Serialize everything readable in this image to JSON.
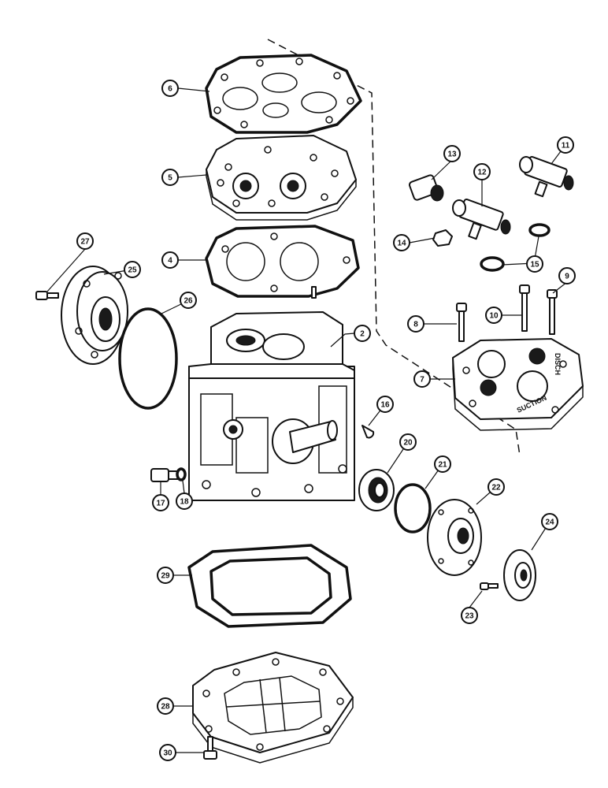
{
  "callouts": [
    {
      "id": "c6",
      "label": "6"
    },
    {
      "id": "c5",
      "label": "5"
    },
    {
      "id": "c4",
      "label": "4"
    },
    {
      "id": "c2",
      "label": "2"
    },
    {
      "id": "c27",
      "label": "27"
    },
    {
      "id": "c25",
      "label": "25"
    },
    {
      "id": "c26",
      "label": "26"
    },
    {
      "id": "c13",
      "label": "13"
    },
    {
      "id": "c12",
      "label": "12"
    },
    {
      "id": "c11",
      "label": "11"
    },
    {
      "id": "c14",
      "label": "14"
    },
    {
      "id": "c15",
      "label": "15"
    },
    {
      "id": "c9",
      "label": "9"
    },
    {
      "id": "c8",
      "label": "8"
    },
    {
      "id": "c10",
      "label": "10"
    },
    {
      "id": "c7",
      "label": "7"
    },
    {
      "id": "c16",
      "label": "16"
    },
    {
      "id": "c20",
      "label": "20"
    },
    {
      "id": "c21",
      "label": "21"
    },
    {
      "id": "c22",
      "label": "22"
    },
    {
      "id": "c24",
      "label": "24"
    },
    {
      "id": "c17",
      "label": "17"
    },
    {
      "id": "c18",
      "label": "18"
    },
    {
      "id": "c23",
      "label": "23"
    },
    {
      "id": "c29",
      "label": "29"
    },
    {
      "id": "c28",
      "label": "28"
    },
    {
      "id": "c30",
      "label": "30"
    }
  ],
  "head_markings": {
    "suction": "SUCTION",
    "discharge": "DISCH"
  }
}
